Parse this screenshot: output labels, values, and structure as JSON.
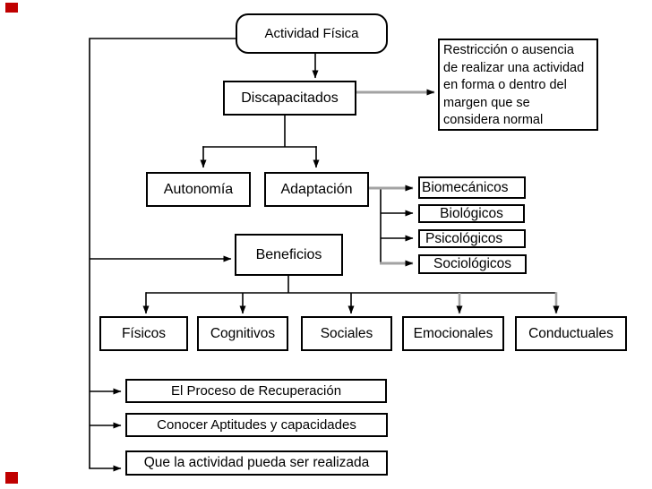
{
  "title": "Actividad Física concept map (slide diagram)",
  "colors": {
    "line": "#000000",
    "gray_connector": "#a3a3a3",
    "red_accent": "#c00000",
    "background": "#ffffff"
  },
  "nodes": {
    "actividad_fisica": "Actividad Física",
    "discapacitados": "Discapacitados",
    "autonomia": "Autonomía",
    "adaptacion": "Adaptación",
    "beneficios": "Beneficios",
    "biomecanicos": "Biomecánicos",
    "biologicos": "Biológicos",
    "psicologicos": "Psicológicos",
    "sociologicos": "Sociológicos",
    "fisicos": "Físicos",
    "cognitivos": "Cognitivos",
    "sociales": "Sociales",
    "emocionales": "Emocionales",
    "conductuales": "Conductuales",
    "proceso_recuperacion": "El Proceso de Recuperación",
    "conocer_aptitudes": "Conocer Aptitudes y capacidades",
    "actividad_realizada": "Que la actividad pueda ser realizada"
  },
  "restriccion": {
    "full_text": "Restricción o ausencia de realizar una actividad en forma o dentro del margen que se considera normal",
    "lines": [
      "Restricción o ausencia",
      "de realizar una actividad",
      "en forma o dentro del",
      "margen que se",
      "considera normal"
    ]
  }
}
